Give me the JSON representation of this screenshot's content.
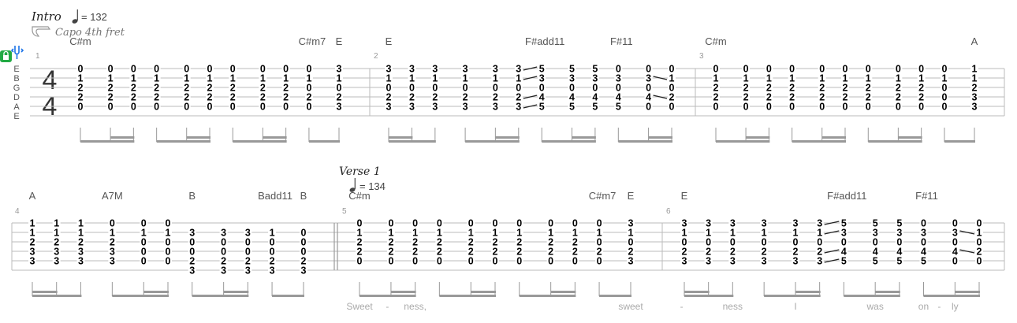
{
  "header": {
    "section": "Intro",
    "tempo": "= 132",
    "capo": "Capo 4th fret"
  },
  "verse": {
    "section": "Verse 1",
    "tempo": "= 134"
  },
  "tuning": [
    "E",
    "B",
    "G",
    "D",
    "A",
    "E"
  ],
  "time_signature": {
    "top": "4",
    "bottom": "4"
  },
  "colors": {
    "lock": "#22aa44",
    "tuner": "#1a73e8",
    "staff": "#bbbbbb",
    "beam": "#999999"
  },
  "measures": [
    {
      "number": "1",
      "durations": [
        8,
        16,
        16,
        8,
        16,
        16,
        8,
        16,
        16,
        8,
        8
      ],
      "beats": [
        [
          0,
          1,
          2,
          2,
          0
        ],
        [
          0,
          1,
          2,
          2,
          0
        ],
        [
          0,
          1,
          2,
          2,
          0
        ],
        [
          0,
          1,
          2,
          2,
          0
        ],
        [
          0,
          1,
          2,
          2,
          0
        ],
        [
          0,
          1,
          2,
          2,
          0
        ],
        [
          0,
          1,
          2,
          2,
          0
        ],
        [
          0,
          1,
          2,
          2,
          0
        ],
        [
          0,
          1,
          2,
          2,
          0
        ],
        [
          0,
          1,
          0,
          2,
          0
        ],
        [
          3,
          1,
          0,
          2,
          3
        ]
      ],
      "chords": [
        {
          "beat": 0,
          "name": "C#m"
        },
        {
          "beat": 9,
          "name": "C#m7"
        },
        {
          "beat": 10,
          "name": "E"
        }
      ]
    },
    {
      "number": "2",
      "durations": [
        16,
        16,
        8,
        8,
        16,
        16,
        8,
        16,
        16,
        8,
        16,
        16
      ],
      "beats": [
        [
          3,
          1,
          0,
          2,
          3
        ],
        [
          3,
          1,
          0,
          2,
          3
        ],
        [
          3,
          1,
          0,
          2,
          3
        ],
        [
          3,
          1,
          0,
          2,
          3
        ],
        [
          3,
          1,
          0,
          2,
          3
        ],
        [
          3,
          1,
          0,
          2,
          3
        ],
        [
          5,
          3,
          0,
          4,
          5
        ],
        [
          5,
          3,
          0,
          4,
          5
        ],
        [
          5,
          3,
          0,
          4,
          5
        ],
        [
          0,
          3,
          0,
          4,
          5
        ],
        [
          0,
          3,
          0,
          4,
          0
        ],
        [
          0,
          1,
          0,
          2,
          0
        ]
      ],
      "slides": [
        {
          "beat": 5,
          "strings": [
            0,
            1,
            3,
            4
          ]
        },
        {
          "beat": 10,
          "strings": [
            1,
            3
          ]
        }
      ],
      "chords": [
        {
          "beat": 0,
          "name": "E"
        },
        {
          "beat": 6,
          "name": "F#add11"
        },
        {
          "beat": 9,
          "name": "F#11"
        }
      ]
    },
    {
      "number": "3",
      "durations": [
        8,
        16,
        16,
        8,
        16,
        16,
        8,
        16,
        16,
        8,
        8
      ],
      "beats": [
        [
          0,
          1,
          2,
          2,
          0
        ],
        [
          0,
          1,
          2,
          2,
          0
        ],
        [
          0,
          1,
          2,
          2,
          0
        ],
        [
          0,
          1,
          2,
          2,
          0
        ],
        [
          0,
          1,
          2,
          2,
          0
        ],
        [
          0,
          1,
          2,
          2,
          0
        ],
        [
          0,
          1,
          2,
          2,
          0
        ],
        [
          0,
          1,
          2,
          2,
          0
        ],
        [
          0,
          1,
          2,
          2,
          0
        ],
        [
          0,
          1,
          0,
          0,
          0
        ],
        [
          1,
          1,
          2,
          3,
          3
        ]
      ],
      "chords": [
        {
          "beat": 0,
          "name": "C#m"
        },
        {
          "beat": 10,
          "name": "A"
        }
      ]
    },
    {
      "number": "4",
      "durations": [
        16,
        16,
        8,
        8,
        16,
        16,
        8,
        16,
        16,
        8,
        8
      ],
      "beats": [
        [
          1,
          1,
          2,
          3,
          3
        ],
        [
          1,
          1,
          2,
          3,
          3
        ],
        [
          1,
          1,
          2,
          3,
          3
        ],
        [
          0,
          1,
          2,
          3,
          3
        ],
        [
          0,
          1,
          0,
          0,
          0
        ],
        [
          0,
          1,
          0,
          0,
          0
        ],
        [
          null,
          3,
          0,
          0,
          2,
          3
        ],
        [
          null,
          3,
          0,
          0,
          2,
          3
        ],
        [
          null,
          3,
          0,
          0,
          2,
          3
        ],
        [
          null,
          1,
          0,
          0,
          2,
          3
        ],
        [
          null,
          0,
          0,
          0,
          2,
          3
        ]
      ],
      "chords": [
        {
          "beat": 0,
          "name": "A"
        },
        {
          "beat": 3,
          "name": "A7M"
        },
        {
          "beat": 6,
          "name": "B"
        },
        {
          "beat": 9,
          "name": "Badd11"
        },
        {
          "beat": 10,
          "name": "B"
        }
      ]
    },
    {
      "number": "5",
      "durations": [
        8,
        16,
        16,
        8,
        16,
        16,
        8,
        16,
        16,
        8,
        8
      ],
      "beats": [
        [
          0,
          1,
          2,
          2,
          0
        ],
        [
          0,
          1,
          2,
          2,
          0
        ],
        [
          0,
          1,
          2,
          2,
          0
        ],
        [
          0,
          1,
          2,
          2,
          0
        ],
        [
          0,
          1,
          2,
          2,
          0
        ],
        [
          0,
          1,
          2,
          2,
          0
        ],
        [
          0,
          1,
          2,
          2,
          0
        ],
        [
          0,
          1,
          2,
          2,
          0
        ],
        [
          0,
          1,
          2,
          2,
          0
        ],
        [
          0,
          1,
          0,
          2,
          0
        ],
        [
          3,
          1,
          0,
          2,
          3
        ]
      ],
      "chords": [
        {
          "beat": 0,
          "name": "C#m"
        },
        {
          "beat": 9,
          "name": "C#m7"
        },
        {
          "beat": 10,
          "name": "E"
        }
      ],
      "lyrics": [
        {
          "beat": 0,
          "text": "Sweet",
          "hyphen": true
        },
        {
          "beat": 2,
          "text": "ness,"
        },
        {
          "beat": 10,
          "text": "sweet",
          "hyphen": true
        }
      ]
    },
    {
      "number": "6",
      "durations": [
        16,
        16,
        8,
        8,
        16,
        16,
        8,
        16,
        16,
        8,
        16,
        16
      ],
      "beats": [
        [
          3,
          1,
          0,
          2,
          3
        ],
        [
          3,
          1,
          0,
          2,
          3
        ],
        [
          3,
          1,
          0,
          2,
          3
        ],
        [
          3,
          1,
          0,
          2,
          3
        ],
        [
          3,
          1,
          0,
          2,
          3
        ],
        [
          3,
          1,
          0,
          2,
          3
        ],
        [
          5,
          3,
          0,
          4,
          5
        ],
        [
          5,
          3,
          0,
          4,
          5
        ],
        [
          5,
          3,
          0,
          4,
          5
        ],
        [
          0,
          3,
          0,
          4,
          5
        ],
        [
          0,
          3,
          0,
          4,
          0
        ],
        [
          0,
          1,
          0,
          2,
          0
        ]
      ],
      "slides": [
        {
          "beat": 5,
          "strings": [
            0,
            1,
            3,
            4
          ]
        },
        {
          "beat": 10,
          "strings": [
            1,
            3
          ]
        }
      ],
      "chords": [
        {
          "beat": 0,
          "name": "E"
        },
        {
          "beat": 6,
          "name": "F#add11"
        },
        {
          "beat": 9,
          "name": "F#11"
        }
      ],
      "lyrics": [
        {
          "beat": 2,
          "text": "ness"
        },
        {
          "beat": 4,
          "text": "I"
        },
        {
          "beat": 7,
          "text": "was"
        },
        {
          "beat": 9,
          "text": "on",
          "hyphen": true
        },
        {
          "beat": 10,
          "text": "ly"
        }
      ]
    }
  ]
}
